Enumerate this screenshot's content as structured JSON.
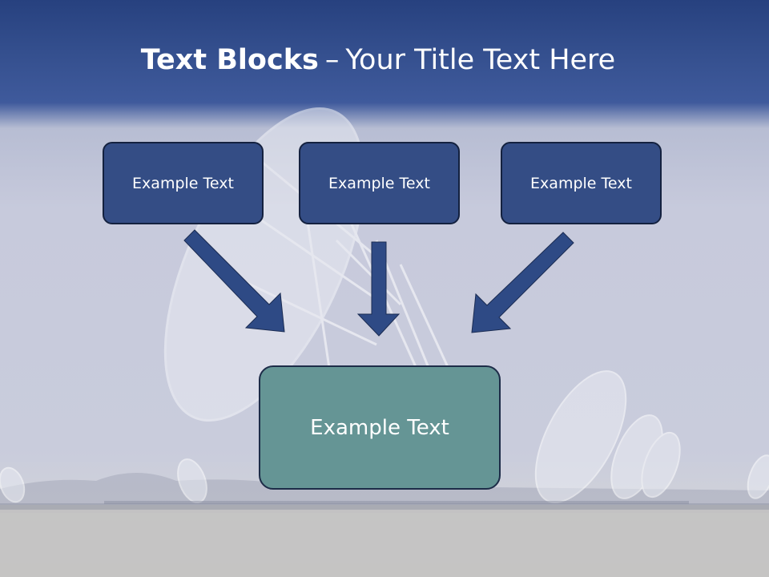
{
  "slide": {
    "title_strong": "Text Blocks",
    "title_dash": "–",
    "title_rest": "Your Title Text Here"
  },
  "blocks": [
    {
      "label": "Example Text"
    },
    {
      "label": "Example Text"
    },
    {
      "label": "Example Text"
    }
  ],
  "target": {
    "label": "Example Text"
  },
  "colors": {
    "header": "#35508f",
    "block_fill": "#344d85",
    "target_fill": "#659595",
    "arrow": "#2e4a85"
  },
  "background_image": "radio-telescope-dishes"
}
